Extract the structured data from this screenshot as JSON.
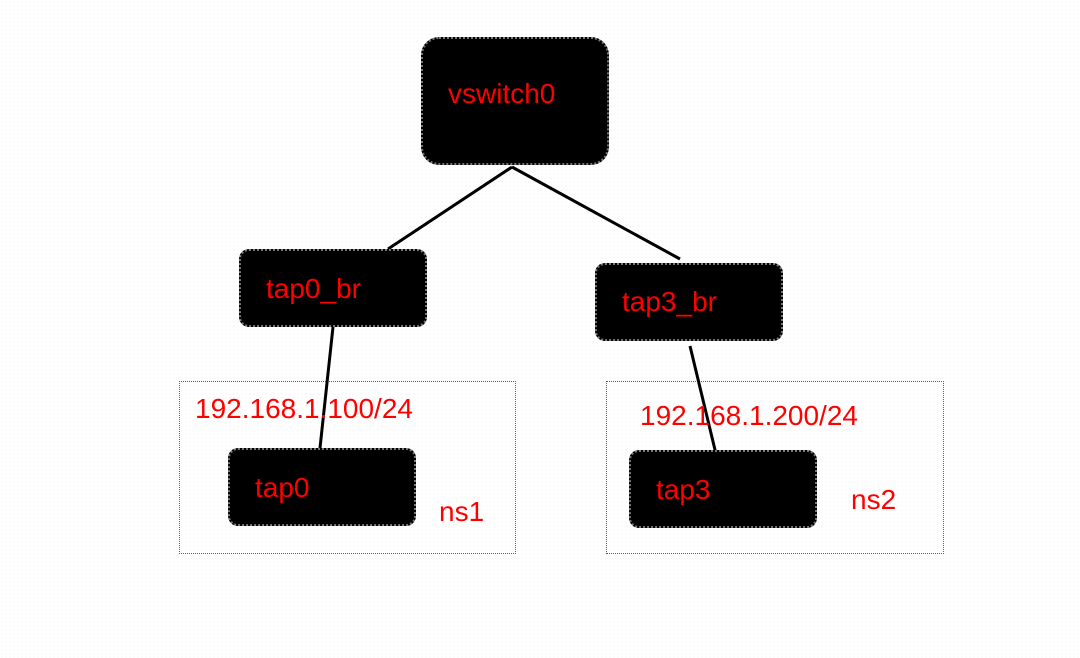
{
  "colors": {
    "node_fill": "#000000",
    "label_text": "#ff0000",
    "namespace_border": "#c0392b",
    "connector": "#000000"
  },
  "nodes": {
    "vswitch0": "vswitch0",
    "tap0_br": "tap0_br",
    "tap3_br": "tap3_br",
    "tap0": "tap0",
    "tap3": "tap3"
  },
  "namespaces": {
    "ns1": {
      "label": "ns1",
      "ip": "192.168.1.100/24"
    },
    "ns2": {
      "label": "ns2",
      "ip": "192.168.1.200/24"
    }
  },
  "connections": [
    {
      "from": "vswitch0",
      "to": "tap0_br"
    },
    {
      "from": "vswitch0",
      "to": "tap3_br"
    },
    {
      "from": "tap0_br",
      "to": "tap0"
    },
    {
      "from": "tap3_br",
      "to": "tap3"
    }
  ]
}
